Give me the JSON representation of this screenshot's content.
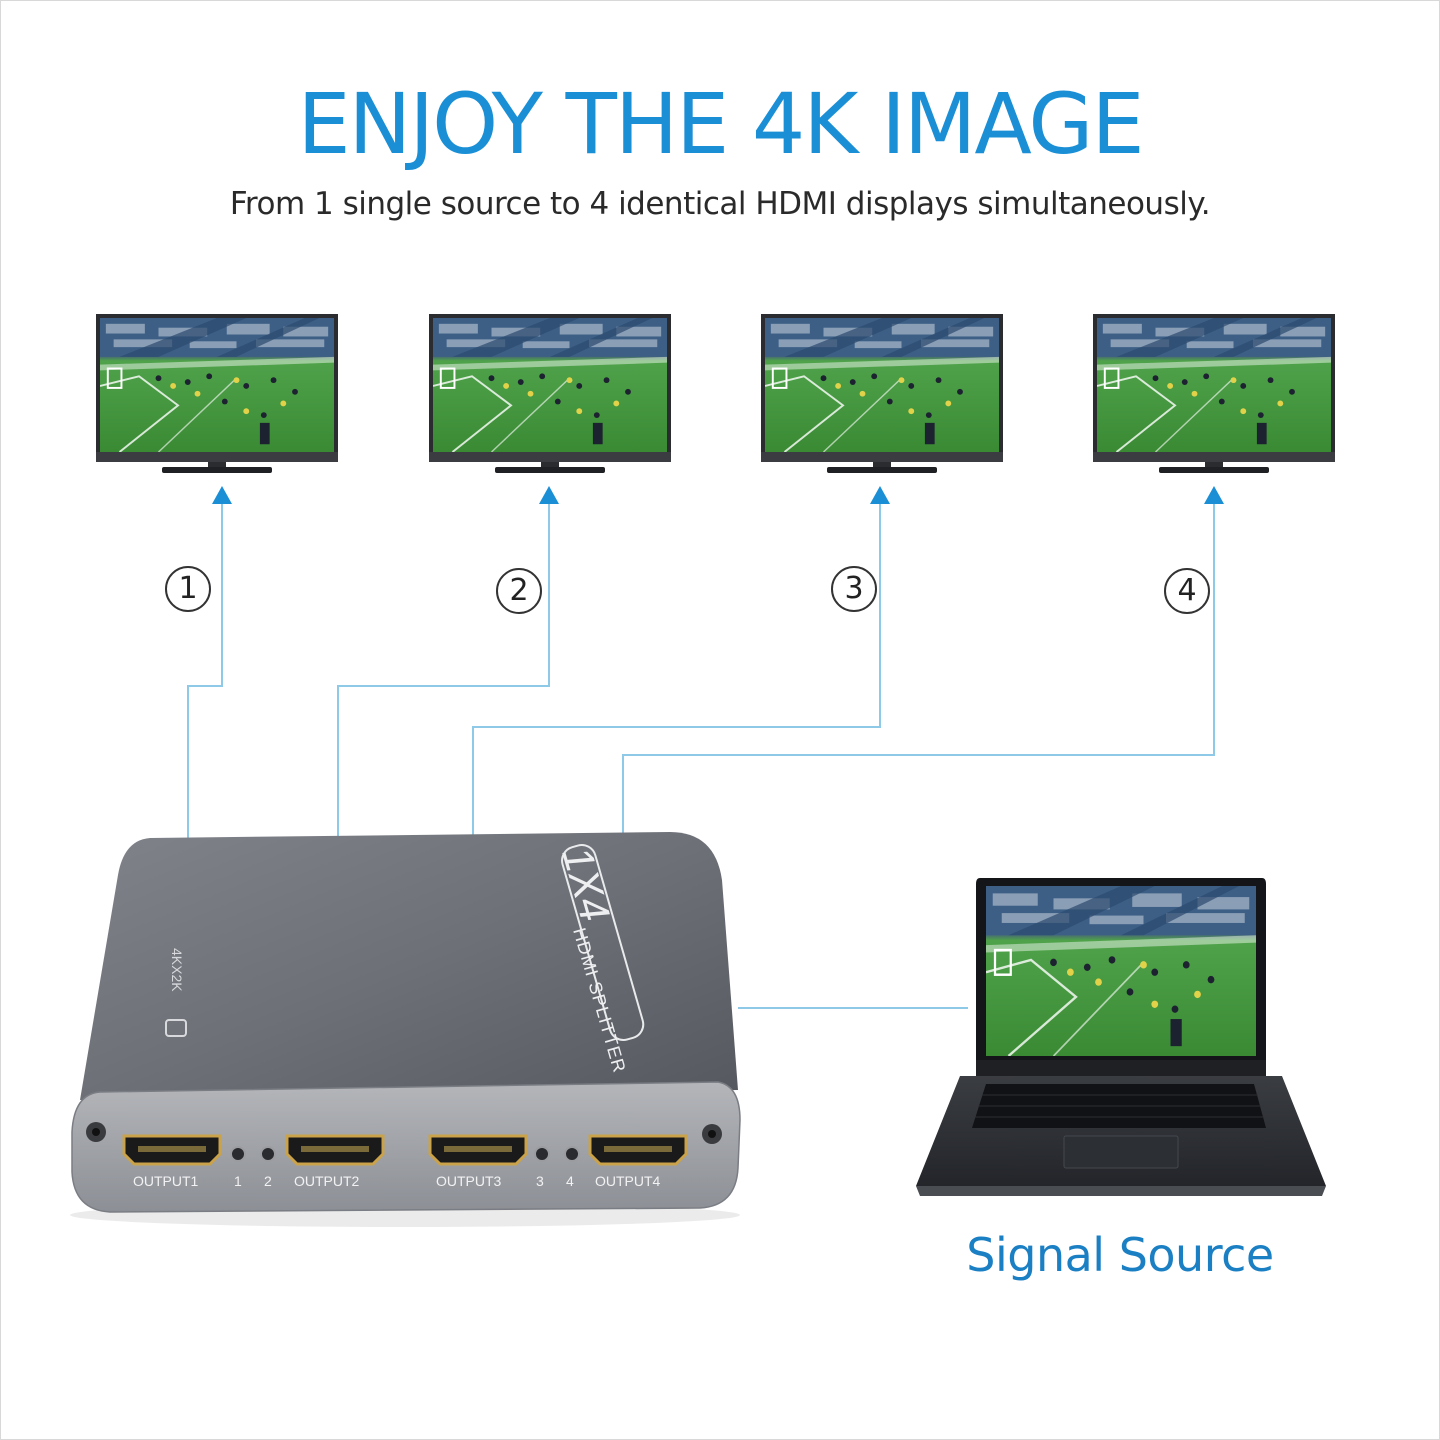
{
  "header": {
    "title": "ENJOY THE 4K IMAGE",
    "subtitle": "From 1 single source to 4 identical  HDMI displays simultaneously."
  },
  "outputs": [
    {
      "badge": "1",
      "port_label": "OUTPUT1"
    },
    {
      "badge": "2",
      "port_label": "OUTPUT2"
    },
    {
      "badge": "3",
      "port_label": "OUTPUT3"
    },
    {
      "badge": "4",
      "port_label": "OUTPUT4"
    }
  ],
  "splitter": {
    "model_text": "1X4",
    "product_text": "HDMI SPLITTER",
    "resolution_text": "4KX2K",
    "led_labels": [
      "1",
      "2",
      "3",
      "4"
    ]
  },
  "source": {
    "label": "Signal Source"
  },
  "colors": {
    "accent": "#1b8fd6",
    "wire": "#8ecae8",
    "arrow": "#1b8fd6",
    "device": "#6a6d74",
    "field": "#3f9a3a"
  }
}
